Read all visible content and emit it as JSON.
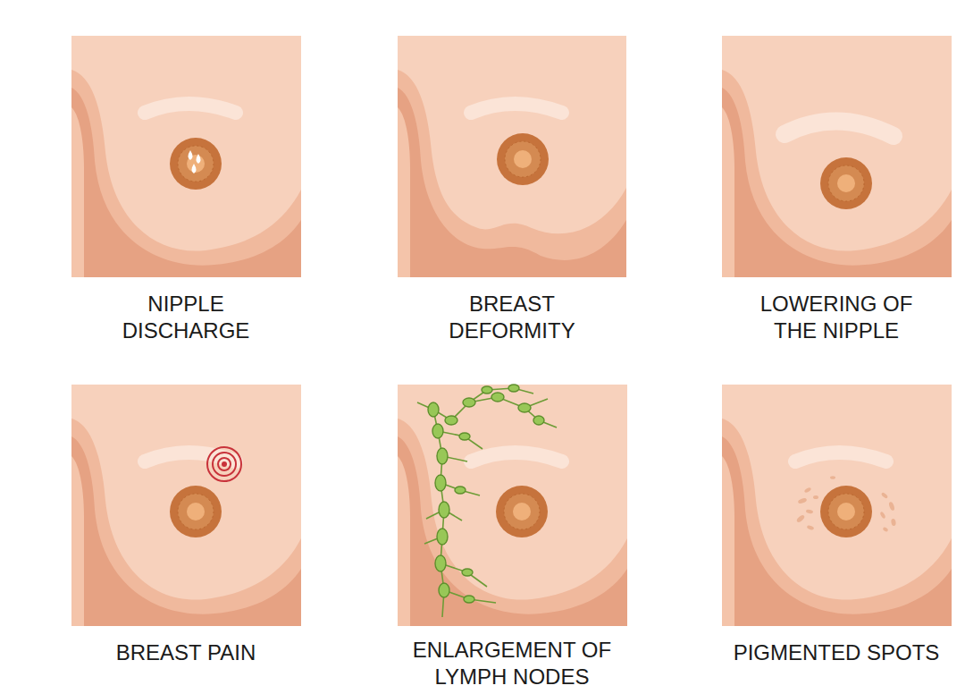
{
  "diagram": {
    "labels": [
      "NIPPLE DISCHARGE",
      "BREAST DEFORMITY",
      "LOWERING OF THE NIPPLE",
      "BREAST PAIN",
      "ENLARGEMENT OF LYMPH NODES",
      "PIGMENTED SPOTS"
    ]
  }
}
